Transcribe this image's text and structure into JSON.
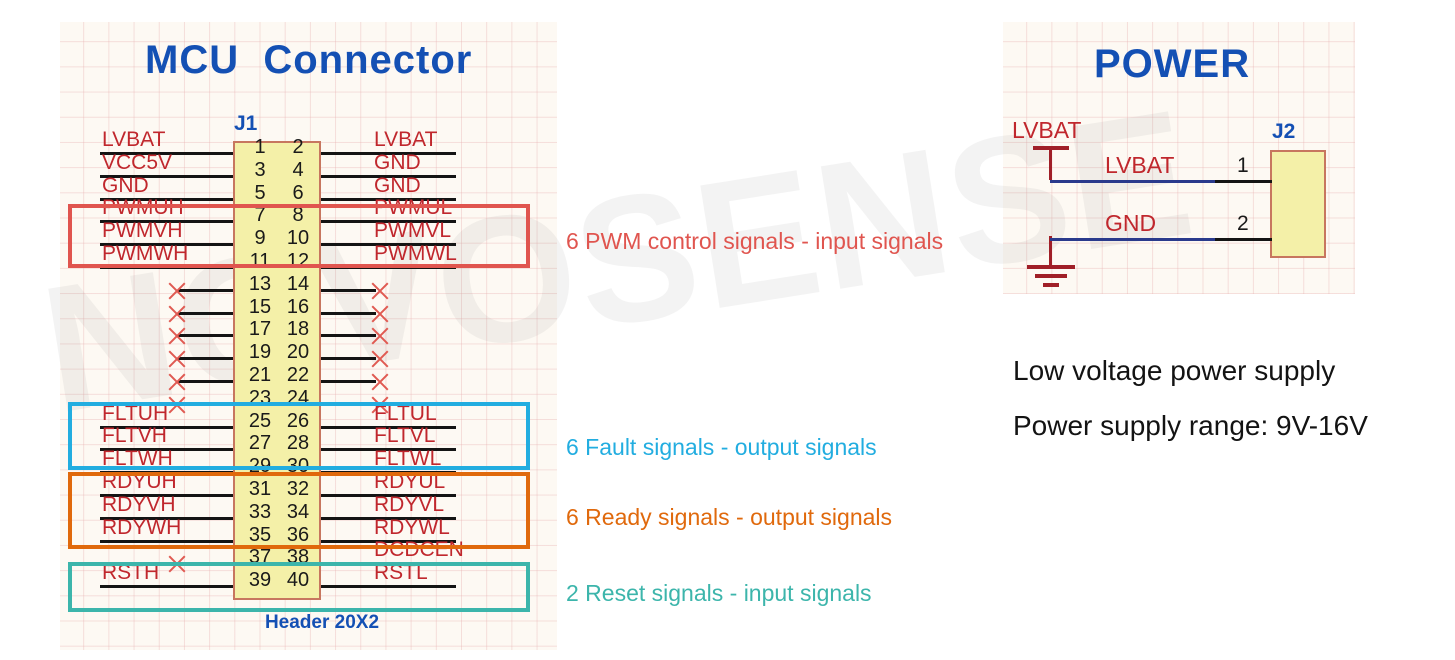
{
  "watermark": "NOVOSENSE",
  "mcu": {
    "title": "MCU  Connector",
    "ref": "J1",
    "footprint": "Header 20X2",
    "rows": [
      {
        "odd": "1",
        "even": "2",
        "left": "LVBAT",
        "right": "LVBAT",
        "left_nc": false,
        "right_nc": false
      },
      {
        "odd": "3",
        "even": "4",
        "left": "VCC5V",
        "right": "GND",
        "left_nc": false,
        "right_nc": false
      },
      {
        "odd": "5",
        "even": "6",
        "left": "GND",
        "right": "GND",
        "left_nc": false,
        "right_nc": false
      },
      {
        "odd": "7",
        "even": "8",
        "left": "PWMUH",
        "right": "PWMUL",
        "left_nc": false,
        "right_nc": false
      },
      {
        "odd": "9",
        "even": "10",
        "left": "PWMVH",
        "right": "PWMVL",
        "left_nc": false,
        "right_nc": false
      },
      {
        "odd": "11",
        "even": "12",
        "left": "PWMWH",
        "right": "PWMWL",
        "left_nc": false,
        "right_nc": false
      },
      {
        "odd": "13",
        "even": "14",
        "left": "",
        "right": "",
        "left_nc": true,
        "right_nc": true
      },
      {
        "odd": "15",
        "even": "16",
        "left": "",
        "right": "",
        "left_nc": true,
        "right_nc": true
      },
      {
        "odd": "17",
        "even": "18",
        "left": "",
        "right": "",
        "left_nc": true,
        "right_nc": true
      },
      {
        "odd": "19",
        "even": "20",
        "left": "",
        "right": "",
        "left_nc": true,
        "right_nc": true
      },
      {
        "odd": "21",
        "even": "22",
        "left": "",
        "right": "",
        "left_nc": true,
        "right_nc": true
      },
      {
        "odd": "23",
        "even": "24",
        "left": "",
        "right": "",
        "left_nc": true,
        "right_nc": true
      },
      {
        "odd": "25",
        "even": "26",
        "left": "FLTUH",
        "right": "FLTUL",
        "left_nc": false,
        "right_nc": false
      },
      {
        "odd": "27",
        "even": "28",
        "left": "FLTVH",
        "right": "FLTVL",
        "left_nc": false,
        "right_nc": false
      },
      {
        "odd": "29",
        "even": "30",
        "left": "FLTWH",
        "right": "FLTWL",
        "left_nc": false,
        "right_nc": false
      },
      {
        "odd": "31",
        "even": "32",
        "left": "RDYUH",
        "right": "RDYUL",
        "left_nc": false,
        "right_nc": false
      },
      {
        "odd": "33",
        "even": "34",
        "left": "RDYVH",
        "right": "RDYVL",
        "left_nc": false,
        "right_nc": false
      },
      {
        "odd": "35",
        "even": "36",
        "left": "RDYWH",
        "right": "RDYWL",
        "left_nc": false,
        "right_nc": false
      },
      {
        "odd": "37",
        "even": "38",
        "left": "",
        "right": "DCDCEN",
        "left_nc": true,
        "right_nc": false
      },
      {
        "odd": "39",
        "even": "40",
        "left": "RSTH",
        "right": "RSTL",
        "left_nc": false,
        "right_nc": false
      }
    ],
    "groups": [
      {
        "id": "pwm",
        "label": "6 PWM control signals - input signals",
        "color": "#e0554f"
      },
      {
        "id": "fault",
        "label": "6 Fault signals - output signals",
        "color": "#22ade0"
      },
      {
        "id": "ready",
        "label": "6 Ready signals - output signals",
        "color": "#e0690c"
      },
      {
        "id": "reset",
        "label": "2 Reset signals - input signals",
        "color": "#3cb5ab"
      }
    ]
  },
  "power": {
    "title": "POWER",
    "ref": "J2",
    "port_lvbat": "LVBAT",
    "nets": [
      {
        "name": "LVBAT",
        "pin": "1"
      },
      {
        "name": "GND",
        "pin": "2"
      }
    ],
    "desc1": "Low voltage power supply",
    "desc2": "Power supply range: 9V-16V"
  },
  "colors": {
    "title_blue": "#1450b4",
    "net_red": "#c0272d",
    "body_yellow": "#f4f0a8",
    "body_border": "#c7765f",
    "wire_black": "#141414",
    "wire_blue": "#2a3a8c",
    "sheet_bg": "#fdf9f3",
    "grid": "#e7b0b0"
  }
}
